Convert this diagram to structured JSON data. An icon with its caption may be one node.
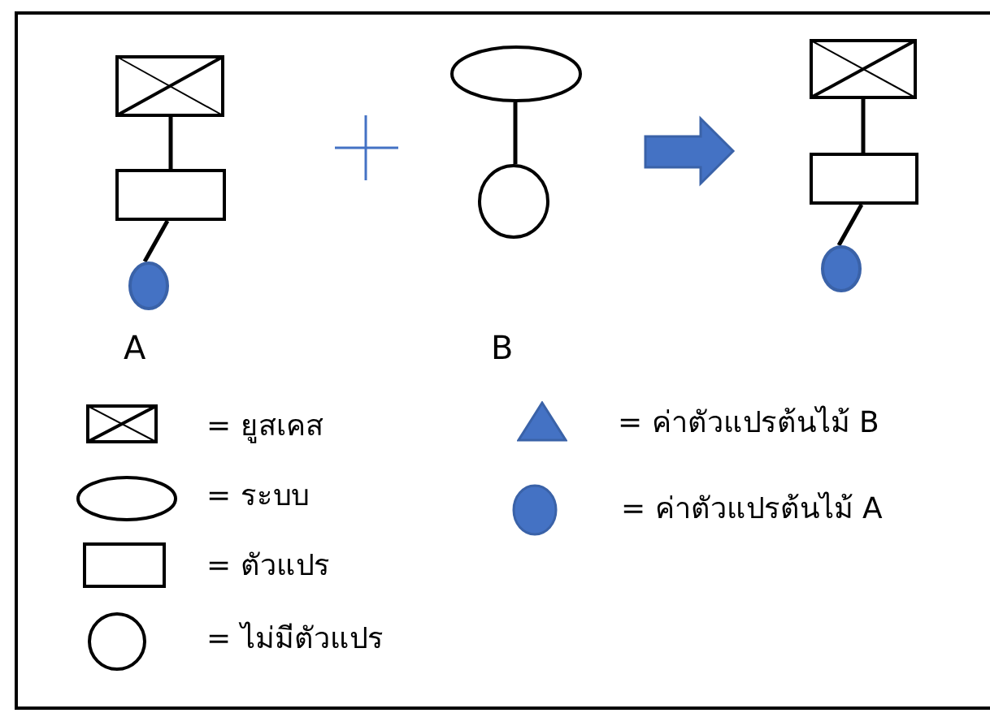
{
  "diagram": {
    "nodes": [
      {
        "text": [],
        "shape": "box"
      },
      {
        "text": [],
        "shape": "box"
      },
      {
        "text": [],
        "shape": "circle"
      },
      {
        "text": [],
        "shape": "ellipse"
      },
      {
        "text": [],
        "shape": "circle"
      },
      {
        "text": [],
        "shape": "box"
      },
      {
        "text": [],
        "shape": "box"
      },
      {
        "text": [],
        "shape": "circle"
      }
    ],
    "edges": [
      {
        "from": 0,
        "to": 1,
        "arrow": "none"
      },
      {
        "from": 1,
        "to": 2,
        "arrow": "none"
      },
      {
        "from": 3,
        "to": 4,
        "arrow": "none"
      },
      {
        "from": 5,
        "to": 6,
        "arrow": "none"
      },
      {
        "from": 6,
        "to": 7,
        "arrow": "none"
      }
    ],
    "labels": [
      "A",
      "B"
    ],
    "legend": [
      {
        "text": "= ยูสเคส"
      },
      {
        "text": "= ระบบ"
      },
      {
        "text": "= ตัวแปร"
      },
      {
        "text": "= ไม่มีตัวแปร"
      },
      {
        "text": "= ค่าตัวแปรต้นไม้ B"
      },
      {
        "text": "= ค่าตัวแปรต้นไม้ A"
      }
    ]
  }
}
